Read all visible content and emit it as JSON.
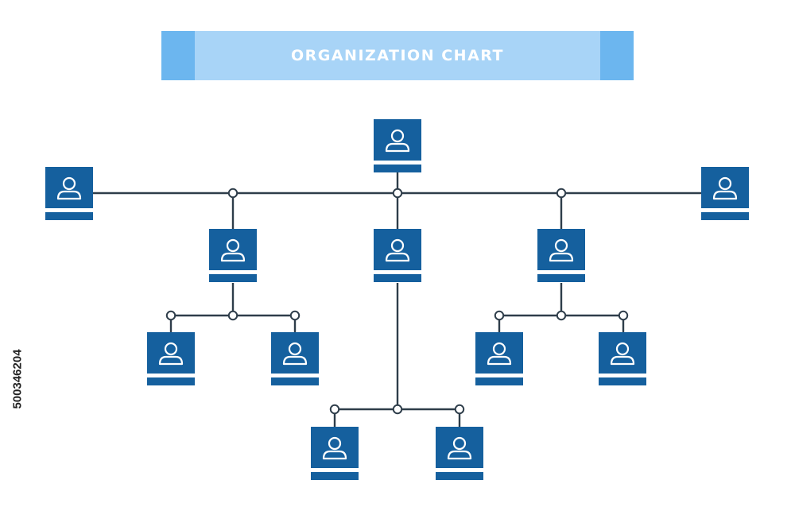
{
  "title": "ORGANIZATION CHART",
  "stock_id": "500346204",
  "colors": {
    "node": "#15609e",
    "connector": "#2e3d4a",
    "banner": "#a8d4f7",
    "banner_cap": "#6cb6ef",
    "background": "#ffffff"
  },
  "nodes": [
    {
      "id": "root",
      "icon": "person-icon"
    },
    {
      "id": "left-wing",
      "icon": "person-icon"
    },
    {
      "id": "right-wing",
      "icon": "person-icon"
    },
    {
      "id": "branch-left",
      "icon": "person-icon"
    },
    {
      "id": "branch-center",
      "icon": "person-icon"
    },
    {
      "id": "branch-right",
      "icon": "person-icon"
    },
    {
      "id": "left-child-1",
      "icon": "person-icon"
    },
    {
      "id": "left-child-2",
      "icon": "person-icon"
    },
    {
      "id": "right-child-1",
      "icon": "person-icon"
    },
    {
      "id": "right-child-2",
      "icon": "person-icon"
    },
    {
      "id": "center-child-1",
      "icon": "person-icon"
    },
    {
      "id": "center-child-2",
      "icon": "person-icon"
    }
  ],
  "edges": [
    [
      "root",
      "left-wing"
    ],
    [
      "root",
      "right-wing"
    ],
    [
      "root",
      "branch-left"
    ],
    [
      "root",
      "branch-center"
    ],
    [
      "root",
      "branch-right"
    ],
    [
      "branch-left",
      "left-child-1"
    ],
    [
      "branch-left",
      "left-child-2"
    ],
    [
      "branch-right",
      "right-child-1"
    ],
    [
      "branch-right",
      "right-child-2"
    ],
    [
      "branch-center",
      "center-child-1"
    ],
    [
      "branch-center",
      "center-child-2"
    ]
  ]
}
